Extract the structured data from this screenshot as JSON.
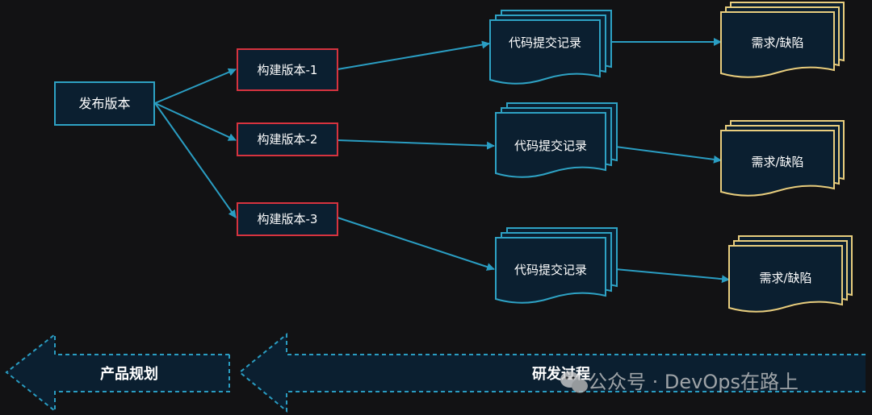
{
  "nodes": {
    "release": {
      "label": "发布版本"
    },
    "builds": [
      {
        "label": "构建版本-1"
      },
      {
        "label": "构建版本-2"
      },
      {
        "label": "构建版本-3"
      }
    ],
    "commits": [
      {
        "label": "代码提交记录"
      },
      {
        "label": "代码提交记录"
      },
      {
        "label": "代码提交记录"
      }
    ],
    "requirements": [
      {
        "label": "需求/缺陷"
      },
      {
        "label": "需求/缺陷"
      },
      {
        "label": "需求/缺陷"
      }
    ]
  },
  "phases": {
    "planning": "产品规划",
    "development": "研发过程"
  },
  "watermark": "公众号 · DevOps在路上",
  "colors": {
    "background": "#121214",
    "release_border": "#2ea2c4",
    "build_border": "#d6333f",
    "commit_border": "#2ea2c4",
    "requirement_border": "#e8cd7d",
    "arrow": "#2a9dc2",
    "node_fill": "#0b1f30"
  }
}
